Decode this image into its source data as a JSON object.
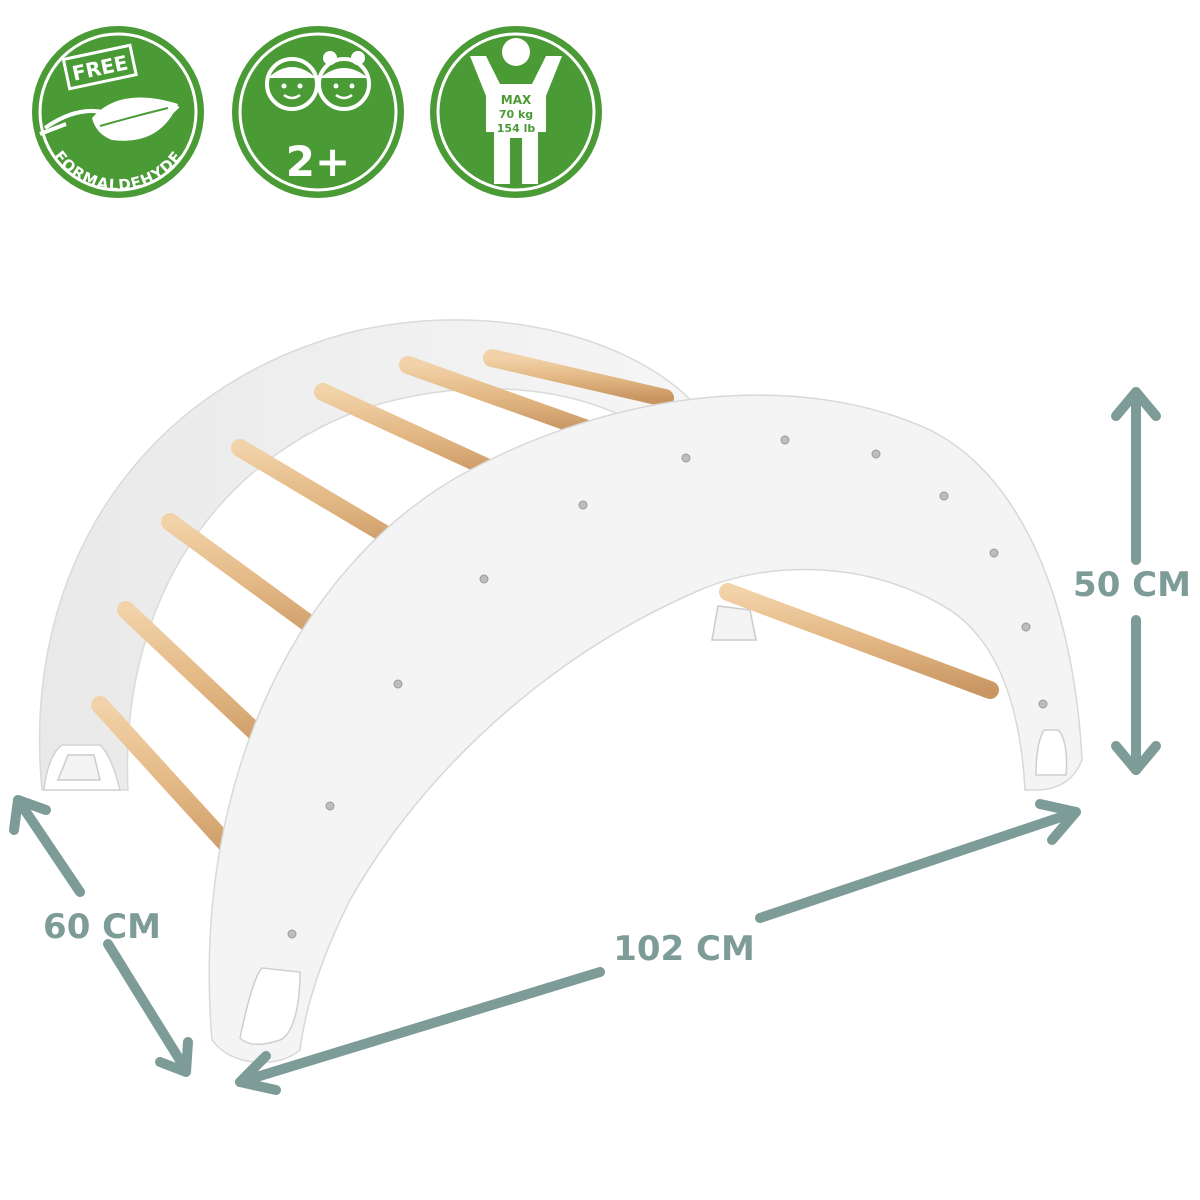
{
  "colors": {
    "badge_green": "#4a9a35",
    "dimension_arrow": "#7e9c97",
    "board_white": "#f2f2f2",
    "rung_wood": "#e3b988"
  },
  "badges": [
    {
      "name": "formaldehyde-free-badge",
      "icon": "leaf-icon",
      "top_text": "FREE",
      "curved_text": "FORMALDEHYDE"
    },
    {
      "name": "age-badge",
      "icon": "children-faces-icon",
      "age": "2+"
    },
    {
      "name": "max-weight-badge",
      "icon": "child-figure-icon",
      "line1": "MAX",
      "line2": "70 kg",
      "line3": "154 lb"
    }
  ],
  "dimensions": {
    "height": "50 CM",
    "depth": "60 CM",
    "length": "102 CM"
  }
}
